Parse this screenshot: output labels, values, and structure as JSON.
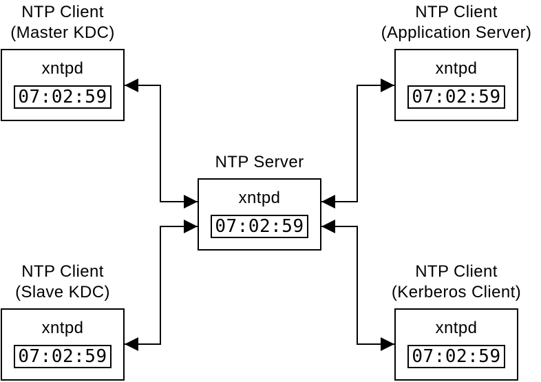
{
  "diagram": {
    "colors": {
      "background": "#ffffff",
      "line": "#000000",
      "text": "#000000"
    },
    "nodes": [
      {
        "id": "ntp-client-master-kdc",
        "label_line1": "NTP Client",
        "label_line2": "(Master KDC)",
        "daemon": "xntpd",
        "clock": "07:02:59"
      },
      {
        "id": "ntp-client-application-server",
        "label_line1": "NTP Client",
        "label_line2": "(Application Server)",
        "daemon": "xntpd",
        "clock": "07:02:59"
      },
      {
        "id": "ntp-server",
        "label_line1": "NTP Server",
        "label_line2": "",
        "daemon": "xntpd",
        "clock": "07:02:59"
      },
      {
        "id": "ntp-client-slave-kdc",
        "label_line1": "NTP Client",
        "label_line2": "(Slave KDC)",
        "daemon": "xntpd",
        "clock": "07:02:59"
      },
      {
        "id": "ntp-client-kerberos-client",
        "label_line1": "NTP Client",
        "label_line2": "(Kerberos Client)",
        "daemon": "xntpd",
        "clock": "07:02:59"
      }
    ],
    "connections": [
      {
        "from": "ntp-server",
        "to": "ntp-client-master-kdc",
        "bidirectional": true
      },
      {
        "from": "ntp-server",
        "to": "ntp-client-application-server",
        "bidirectional": true
      },
      {
        "from": "ntp-server",
        "to": "ntp-client-slave-kdc",
        "bidirectional": true
      },
      {
        "from": "ntp-server",
        "to": "ntp-client-kerberos-client",
        "bidirectional": true
      }
    ]
  }
}
